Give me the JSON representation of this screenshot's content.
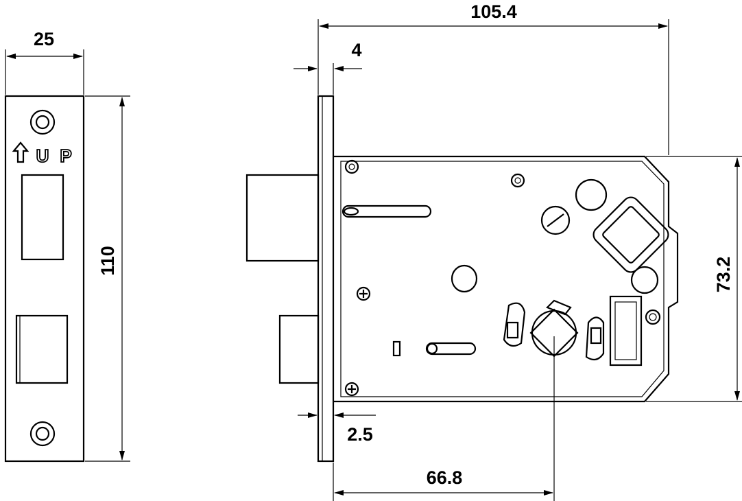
{
  "strike_plate": {
    "width_label": "25",
    "height_label": "110",
    "marking": {
      "arrow": "up-arrow-icon",
      "u": "U",
      "p": "P"
    }
  },
  "lock_body": {
    "overall_length_label": "105.4",
    "forend_thickness_label": "4",
    "body_height_label": "73.2",
    "offset_label": "2.5",
    "backset_label": "66.8"
  },
  "colors": {
    "line": "#000000",
    "background": "#ffffff"
  }
}
